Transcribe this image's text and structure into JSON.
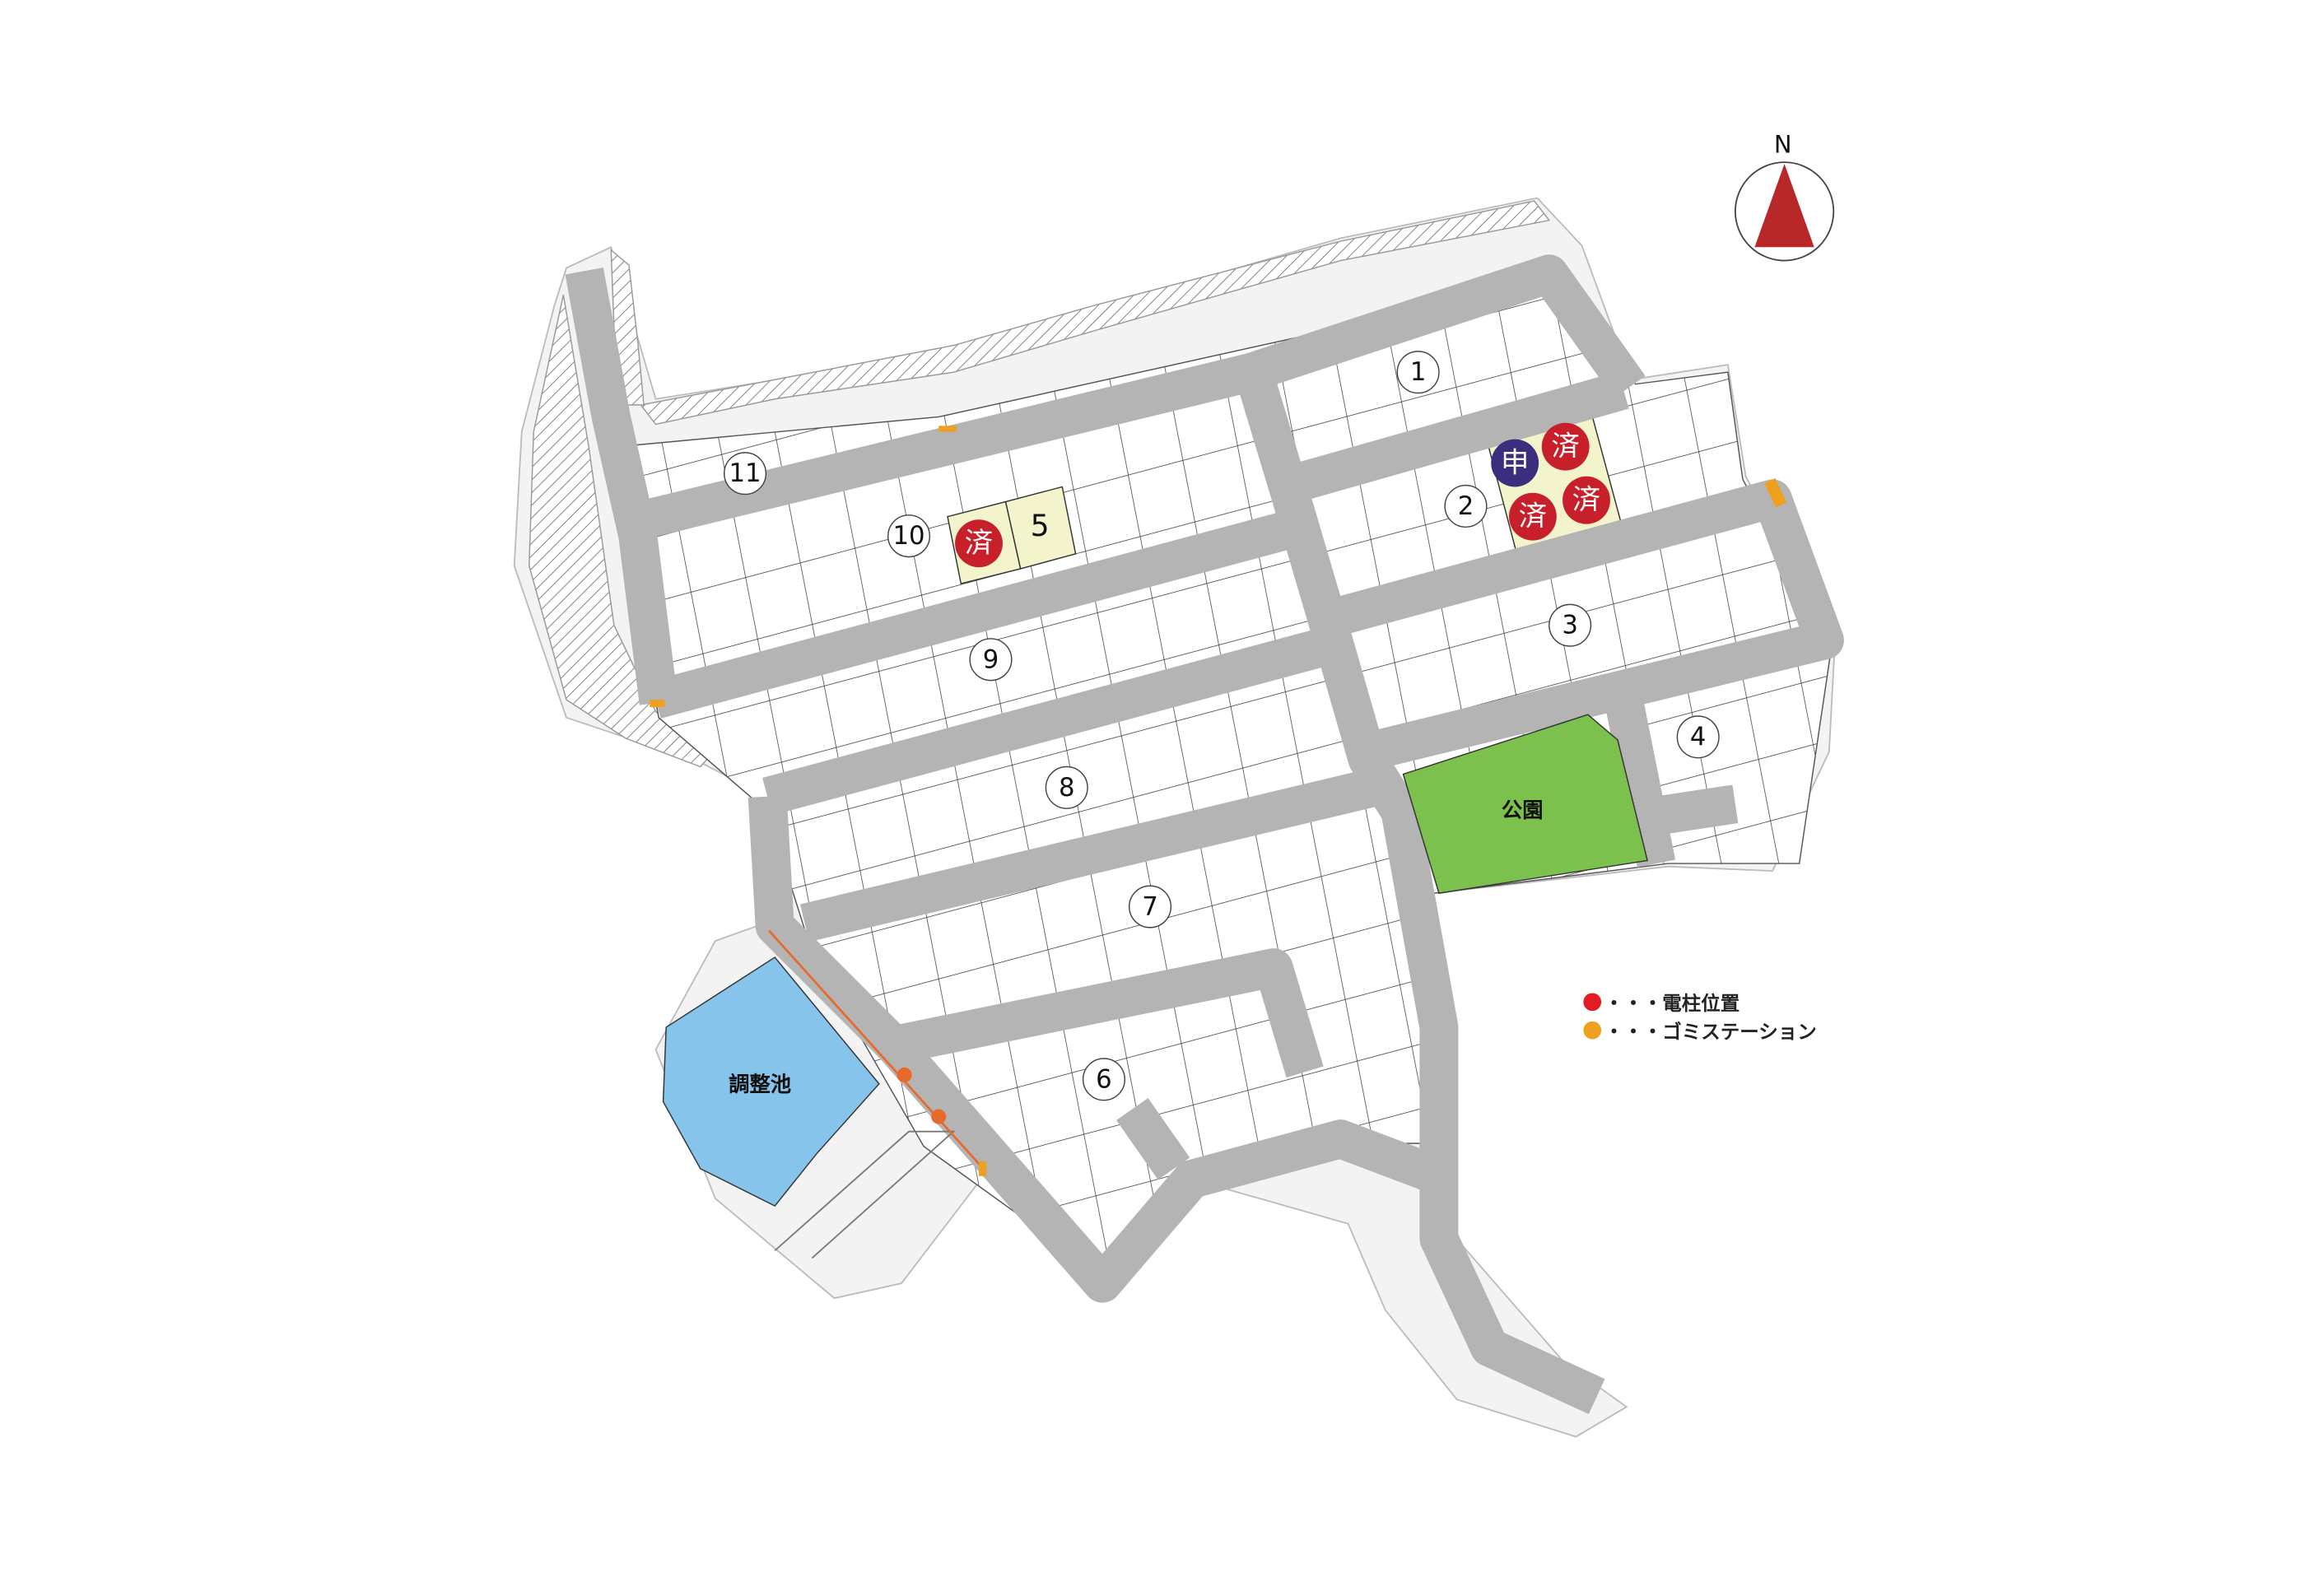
{
  "map": {
    "north_label": "N",
    "park_label": "公園",
    "pond_label": "調整池",
    "block_numbers": [
      "1",
      "2",
      "3",
      "4",
      "6",
      "7",
      "8",
      "9",
      "10",
      "11"
    ],
    "highlighted_lot_label": "5",
    "badges": [
      {
        "text": "済",
        "status": "sold",
        "color": "#c8202b"
      },
      {
        "text": "済",
        "status": "sold",
        "color": "#c8202b"
      },
      {
        "text": "済",
        "status": "sold",
        "color": "#c8202b"
      },
      {
        "text": "済",
        "status": "sold",
        "color": "#c8202b"
      },
      {
        "text": "申",
        "status": "applied",
        "color": "#3b2e7e"
      }
    ]
  },
  "legend": {
    "items": [
      {
        "dots": "・・・",
        "label": "電柱位置",
        "color": "#e31c23"
      },
      {
        "dots": "・・・",
        "label": "ゴミステーション",
        "color": "#f0a020"
      }
    ]
  },
  "colors": {
    "road": "#b4b4b4",
    "park": "#7cc04e",
    "pond": "#86c4ec",
    "highlight_lot": "#f4f4cc",
    "north_arrow": "#b82828"
  }
}
